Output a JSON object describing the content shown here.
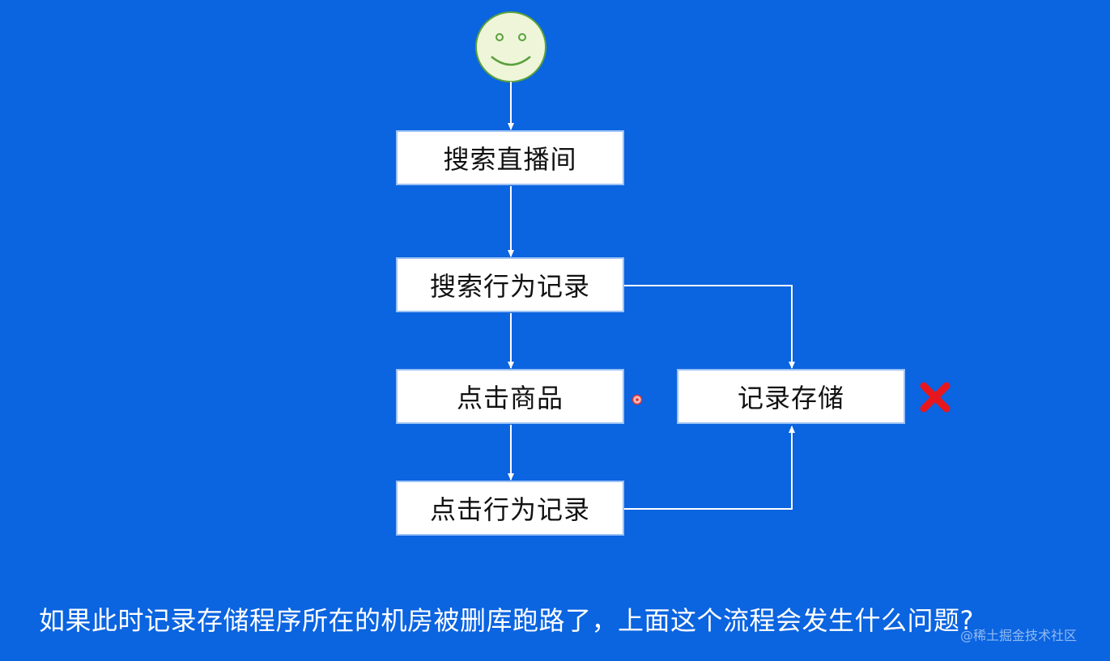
{
  "nodes": {
    "search_room": "搜索直播间",
    "search_record": "搜索行为记录",
    "click_product": "点击商品",
    "click_record": "点击行为记录",
    "record_storage": "记录存储"
  },
  "caption": "如果此时记录存储程序所在的机房被删库跑路了，上面这个流程会发生什么问题?",
  "watermark": "@稀土掘金技术社区",
  "icons": {
    "start": "smiley-face-icon",
    "failure": "red-x-icon",
    "pointer": "cursor-dot-icon"
  },
  "colors": {
    "background": "#0b64e0",
    "box": "#ffffff",
    "line": "#ffffff",
    "face_fill": "#eef5d8",
    "face_stroke": "#5aa03c",
    "failure": "#e8171d"
  }
}
